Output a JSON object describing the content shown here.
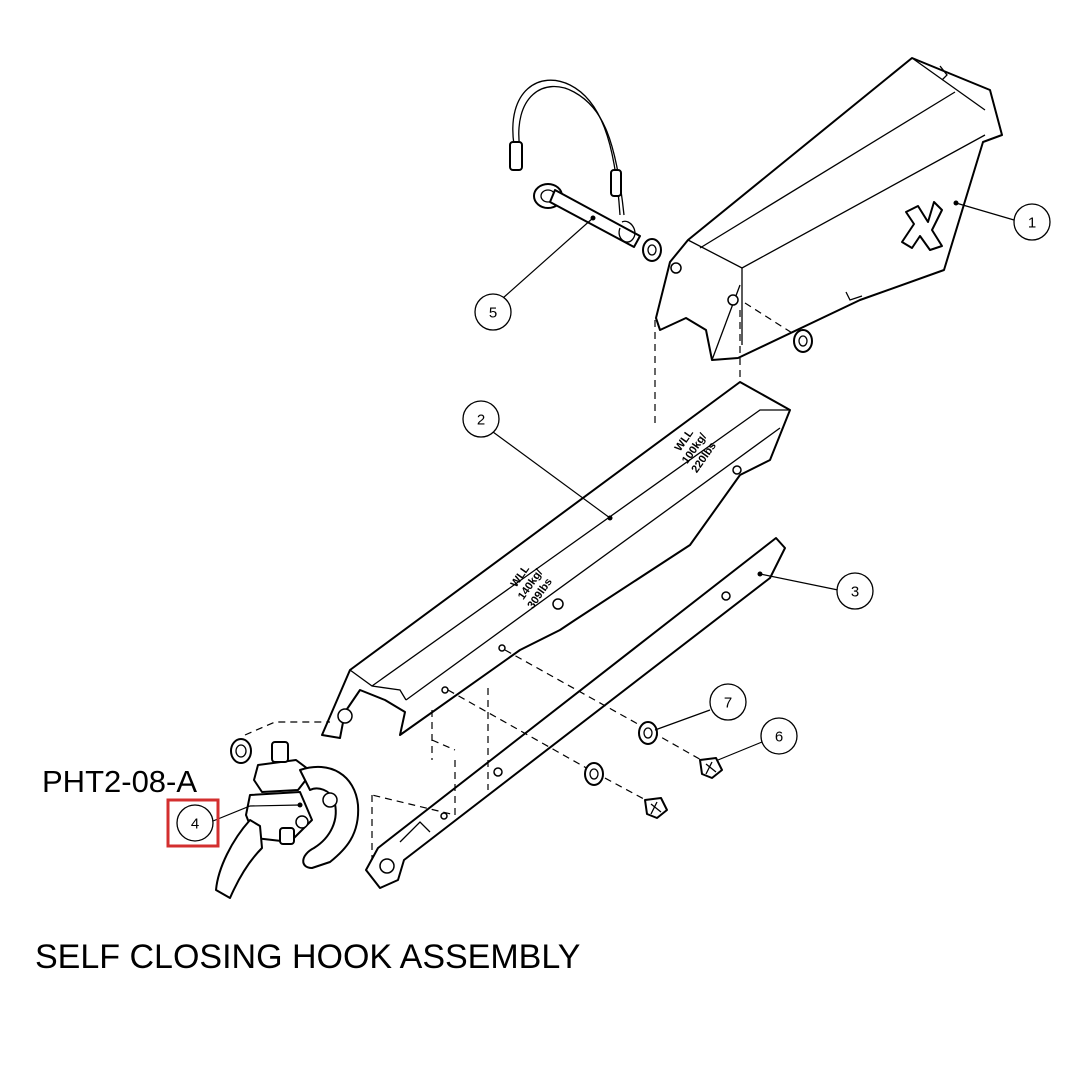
{
  "diagram": {
    "part_number": "PHT2-08-A",
    "title": "SELF CLOSING HOOK ASSEMBLY",
    "highlight_color": "#d32f2f",
    "callouts": [
      {
        "id": "callout-1",
        "label": "1"
      },
      {
        "id": "callout-2",
        "label": "2"
      },
      {
        "id": "callout-3",
        "label": "3"
      },
      {
        "id": "callout-4",
        "label": "4",
        "highlighted": true
      },
      {
        "id": "callout-5",
        "label": "5"
      },
      {
        "id": "callout-6",
        "label": "6"
      },
      {
        "id": "callout-7",
        "label": "7"
      }
    ],
    "stamps": {
      "wll_upper": [
        "WLL",
        "100kg/",
        "220lbs"
      ],
      "wll_lower": [
        "WLL",
        "140kg/",
        "309lbs"
      ]
    },
    "logo_mark": "X"
  }
}
